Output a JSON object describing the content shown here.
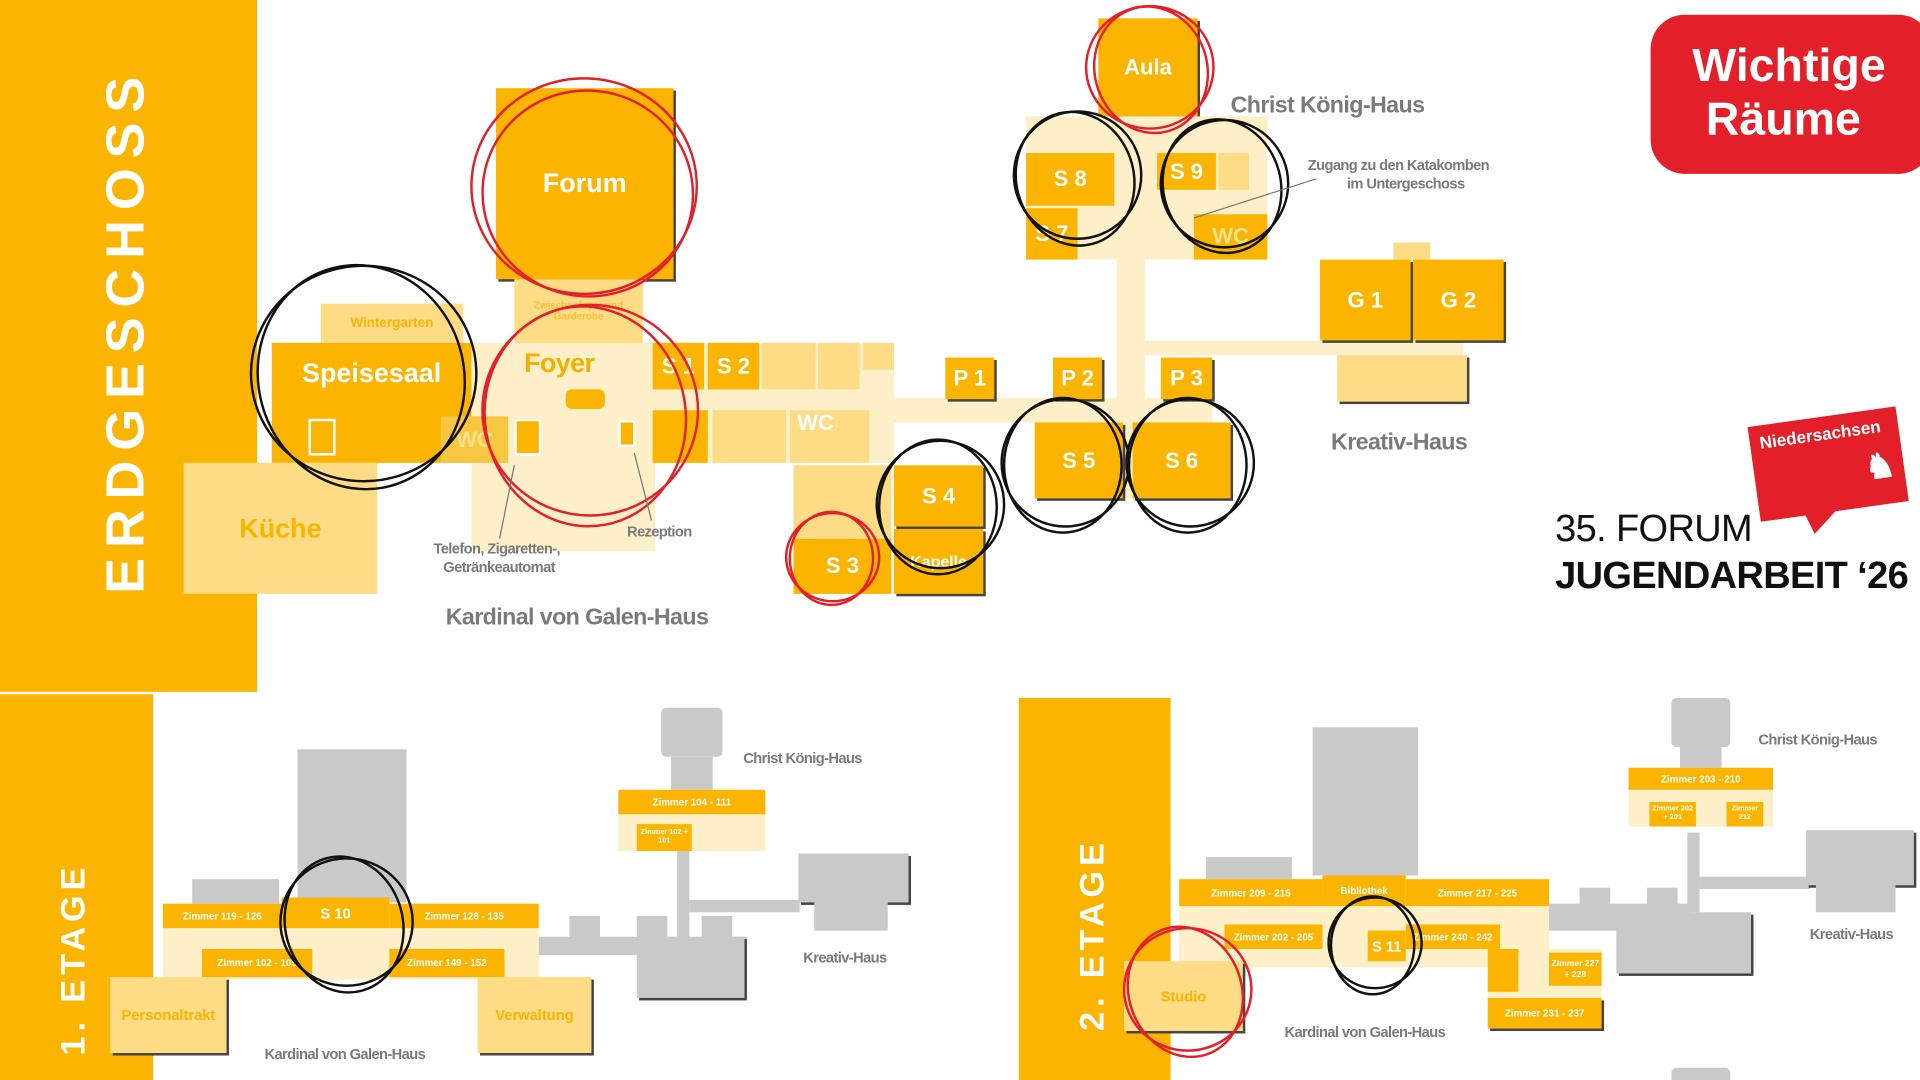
{
  "title": {
    "line1": "Wichtige",
    "line2": "Räume"
  },
  "badge": "Niedersachsen",
  "event": {
    "line1": "35. FORUM",
    "line2": "JUGENDARBEIT ‘26"
  },
  "colors": {
    "orange": "#fbb400",
    "pale": "#fddc85",
    "red": "#e3202a"
  },
  "ground": {
    "floor_label": "ERDGESCHOSS",
    "rooms": {
      "forum": "Forum",
      "zwischenfoyer": "Zwischenfoyer und Garderobe",
      "wintergarten": "Wintergarten",
      "speisesaal": "Speisesaal",
      "foyer": "Foyer",
      "kueche": "Küche",
      "wc1": "WC",
      "wc2": "WC",
      "wc3": "WC",
      "s1": "S 1",
      "s2": "S 2",
      "s3": "S 3",
      "s4": "S 4",
      "kapelle": "Kapelle",
      "p1": "P 1",
      "p2": "P 2",
      "p3": "P 3",
      "s5": "S 5",
      "s6": "S 6",
      "aula": "Aula",
      "s7": "S 7",
      "s8": "S 8",
      "s9": "S 9",
      "g1": "G 1",
      "g2": "G 2"
    },
    "labels": {
      "christ": "Christ König-Haus",
      "zugang1": "Zugang zu den Katakomben",
      "zugang2": "im Untergeschoss",
      "kreativ": "Kreativ-Haus",
      "kardinal": "Kardinal von Galen-Haus",
      "telefon1": "Telefon, Zigaretten-,",
      "telefon2": "Getränkeautomat",
      "rezeption": "Rezeption"
    }
  },
  "first": {
    "floor_label": "1. ETAGE",
    "rooms": {
      "z119": "Zimmer 119 - 126",
      "s10": "S 10",
      "z128": "Zimmer 128 - 135",
      "z102": "Zimmer 102 - 105",
      "z149": "Zimmer 149 - 152",
      "personal": "Personaltrakt",
      "verwaltung": "Verwaltung",
      "z104": "Zimmer 104 - 111",
      "z102b": "Zimmer 102 + 101"
    },
    "labels": {
      "christ": "Christ König-Haus",
      "kreativ": "Kreativ-Haus",
      "kardinal": "Kardinal von Galen-Haus"
    }
  },
  "second": {
    "floor_label": "2. ETAGE",
    "rooms": {
      "z209": "Zimmer 209 - 215",
      "bib": "Bibliothek",
      "z217": "Zimmer 217 - 225",
      "z202": "Zimmer 202 - 205",
      "s11": "S 11",
      "z240": "Zimmer 240 - 242",
      "studio": "Studio",
      "z227": "Zimmer 227 + 228",
      "z231": "Zimmer 231 - 237",
      "z203": "Zimmer 203 - 210",
      "z202b": "Zimmer 202 + 201",
      "z212": "Zimmer 212"
    },
    "labels": {
      "christ": "Christ König-Haus",
      "kreativ": "Kreativ-Haus",
      "kardinal": "Kardinal von Galen-Haus"
    }
  }
}
